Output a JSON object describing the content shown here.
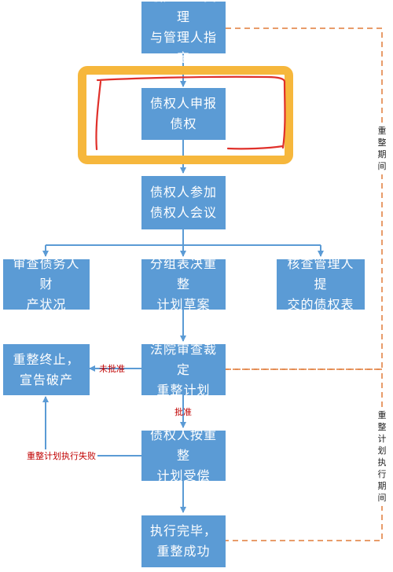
{
  "nodes": {
    "appoint": "破产重整受理\n与管理人指定",
    "declare": "债权人申报\n债权",
    "meeting": "债权人参加\n债权人会议",
    "review_assets": "审查债务人财\n产状况",
    "vote": "分组表决重整\n计划草案",
    "verify": "核查管理人提\n交的债权表",
    "court": "法院审查裁定\n重整计划",
    "terminate": "重整终止，\n宣告破产",
    "repay": "债权人按重整\n计划受偿",
    "success": "执行完毕，\n重整成功"
  },
  "edge_labels": {
    "not_approved": "未批准",
    "approved": "批准",
    "failed": "重整计划执行失败"
  },
  "periods": {
    "reorg": "重整期间",
    "execution": "重整计划执行期间"
  },
  "colors": {
    "box": "#5b9bd5",
    "arrow": "#5b9bd5",
    "dashed": "#e07b39",
    "highlight": "#f6b73c",
    "scribble": "#e0302a",
    "label_red": "#c00000"
  }
}
